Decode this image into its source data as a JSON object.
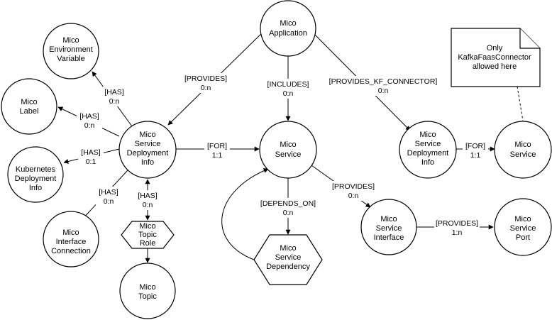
{
  "nodes": {
    "application": [
      "Mico",
      "Application"
    ],
    "env_var": [
      "Mico",
      "Environment",
      "Variable"
    ],
    "label": [
      "Mico",
      "Label"
    ],
    "k8s_info": [
      "Kubernetes",
      "Deployment",
      "Info"
    ],
    "interface_connection": [
      "Mico",
      "Interface",
      "Connection"
    ],
    "sdi_main": [
      "Mico",
      "Service",
      "Deployment",
      "Info"
    ],
    "topic_role": [
      "Mico",
      "Topic",
      "Role"
    ],
    "topic": [
      "Mico",
      "Topic"
    ],
    "service_main": [
      "Mico",
      "Service"
    ],
    "service_dependency": [
      "Mico",
      "Service",
      "Dependency"
    ],
    "service_interface": [
      "Mico",
      "Service",
      "Interface"
    ],
    "service_port": [
      "Mico",
      "Service",
      "Port"
    ],
    "sdi_kf": [
      "Mico",
      "Service",
      "Deployment",
      "Info"
    ],
    "service_kf": [
      "Mico",
      "Service"
    ]
  },
  "note": [
    "Only",
    "KafkaFaasConnector",
    "allowed here"
  ],
  "edges": {
    "provides_sdi": [
      "[PROVIDES]",
      "0:n"
    ],
    "includes": [
      "[INCLUDES]",
      "0:n"
    ],
    "provides_kf": [
      "[PROVIDES_KF_CONNECTOR]",
      "0:n"
    ],
    "has_env": [
      "[HAS]",
      "0:n"
    ],
    "has_label": [
      "[HAS]",
      "0:n"
    ],
    "has_k8s": [
      "[HAS]",
      "0:1"
    ],
    "has_ic": [
      "[HAS]",
      "0:n"
    ],
    "has_topic": [
      "[HAS]",
      "0:n"
    ],
    "for_main": [
      "[FOR]",
      "1:1"
    ],
    "depends_on": [
      "[DEPENDS_ON]",
      "0:n"
    ],
    "provides_si": [
      "[PROVIDES]",
      "0:n"
    ],
    "provides_port": [
      "[PROVIDES]",
      "1:n"
    ],
    "for_kf": [
      "[FOR]",
      "1:1"
    ]
  }
}
